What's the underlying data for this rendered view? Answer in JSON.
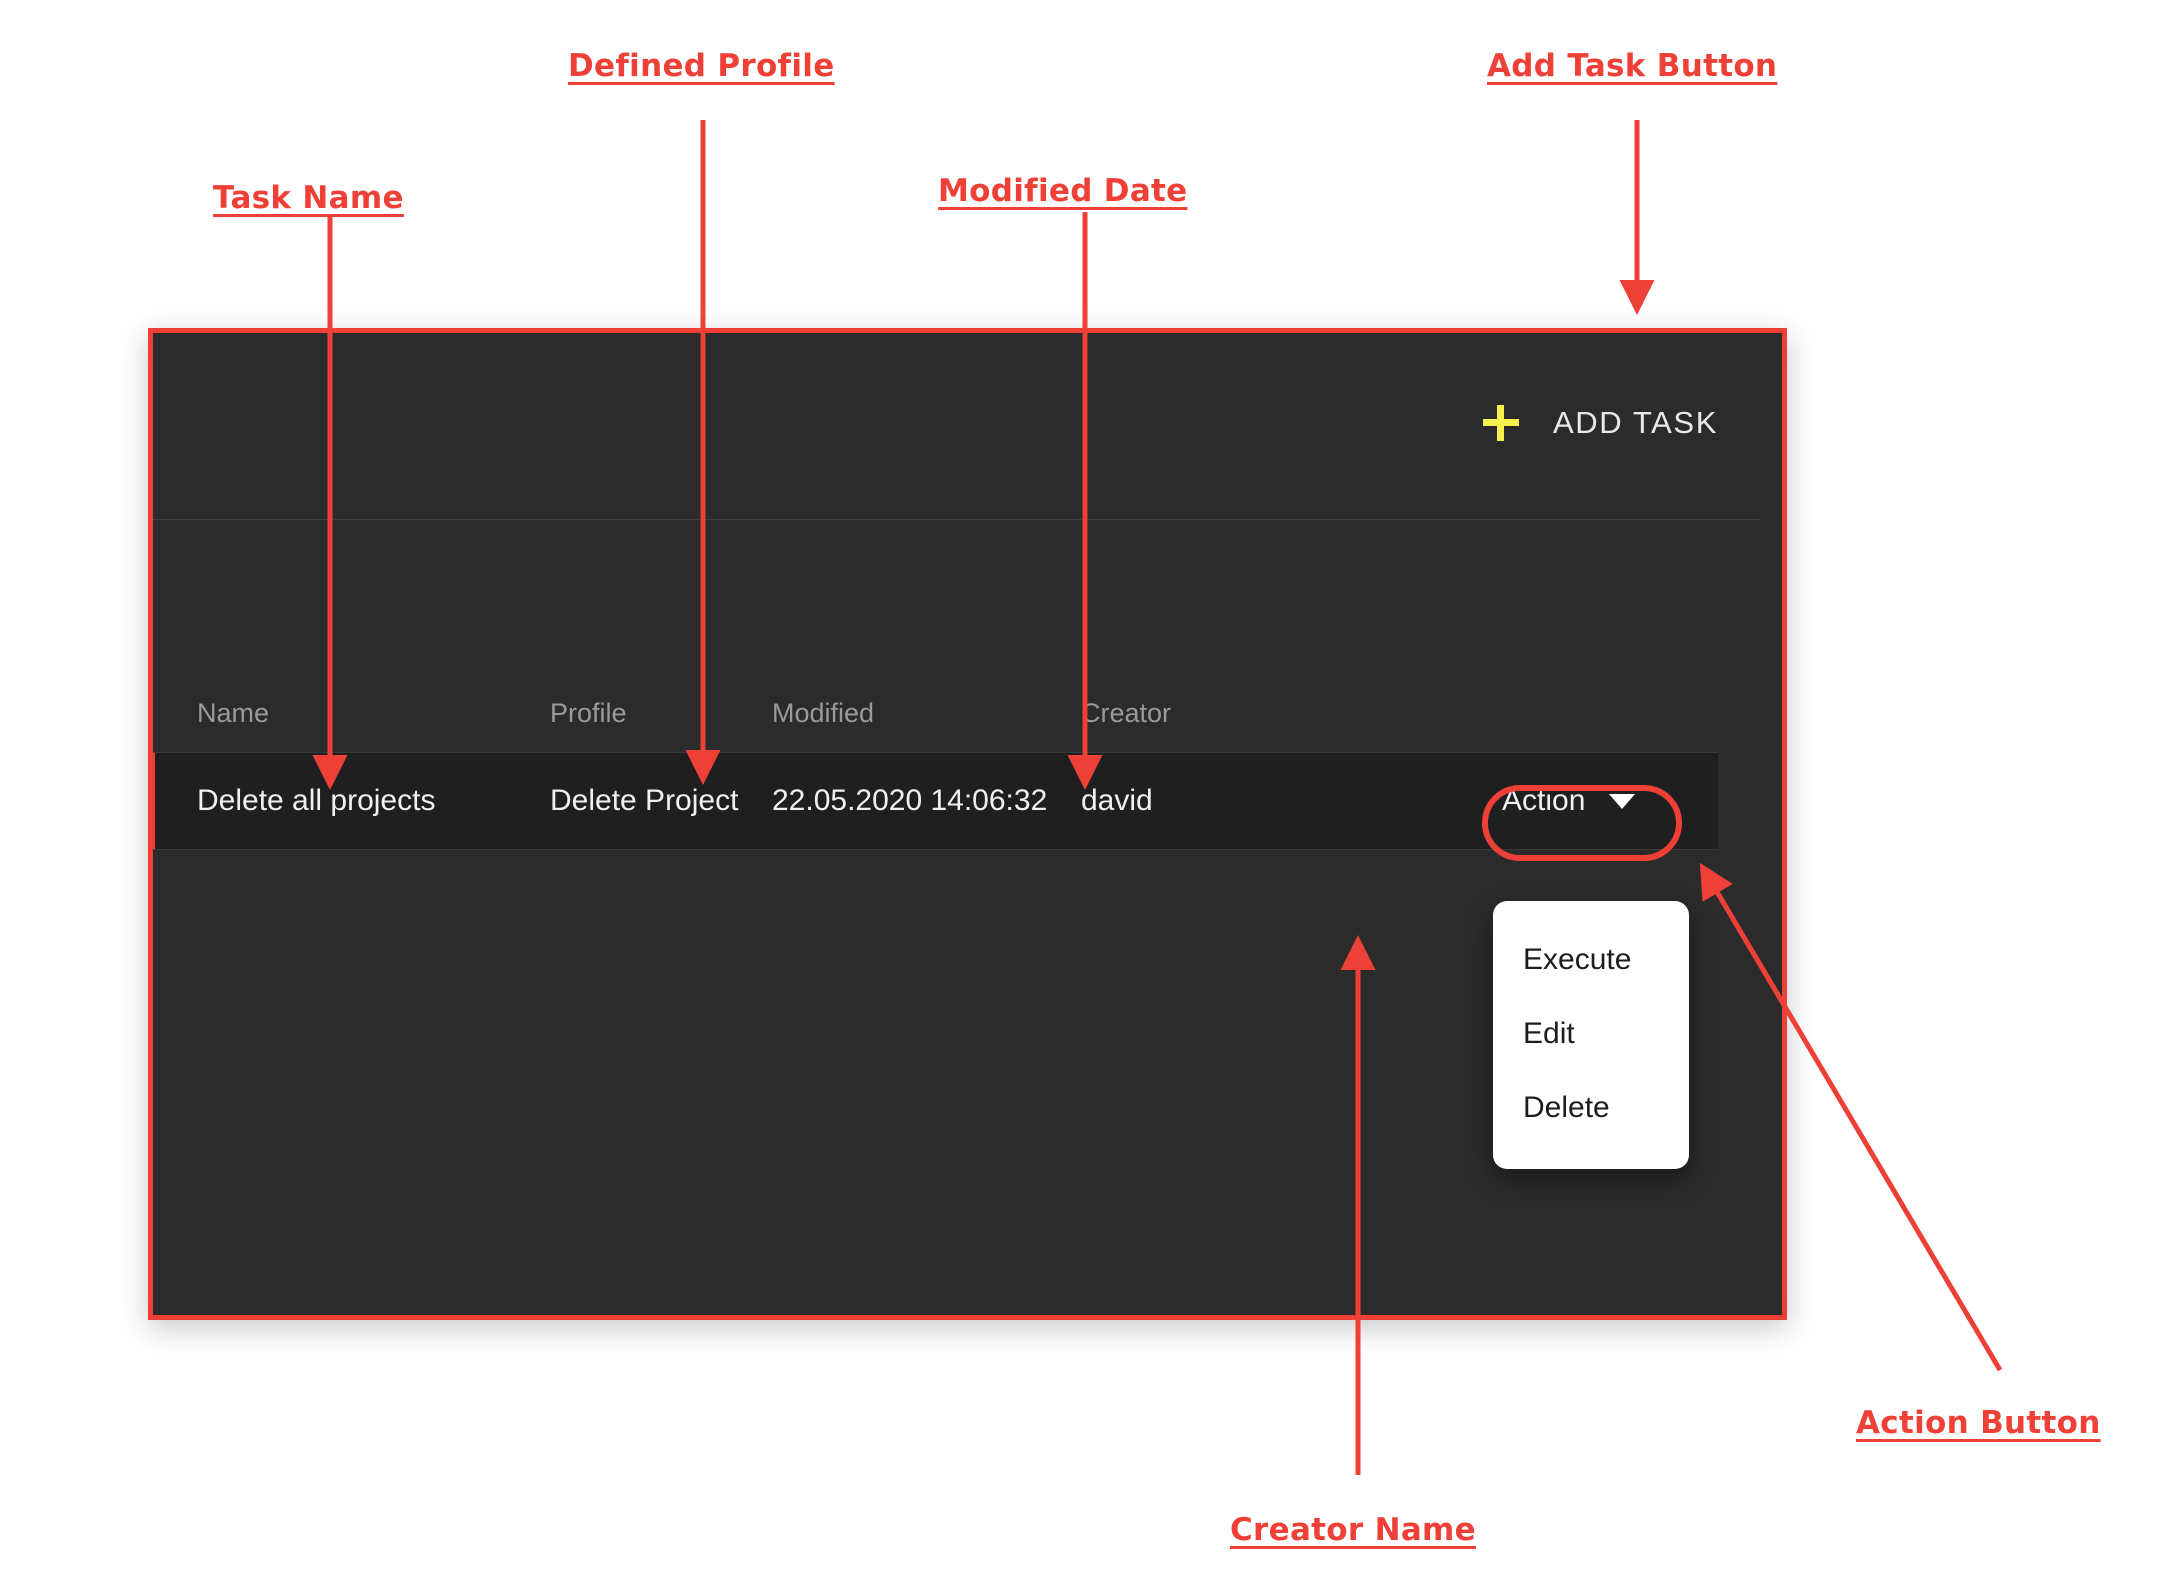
{
  "panel": {
    "toolbar": {
      "add_task_label": "ADD TASK",
      "add_task_icon": "plus-icon",
      "plus_color": "#f5f24e"
    },
    "table": {
      "columns": [
        "Name",
        "Profile",
        "Modified",
        "Creator"
      ],
      "rows": [
        {
          "name": "Delete all projects",
          "profile": "Delete Project",
          "modified": "22.05.2020 14:06:32",
          "creator": "david",
          "action_label": "Action",
          "action_icon": "chevron-down-icon"
        }
      ]
    },
    "action_menu": {
      "items": [
        "Execute",
        "Edit",
        "Delete"
      ]
    },
    "colors": {
      "panel_bg": "#2b2b2b",
      "row_bg": "#1f1f1f",
      "accent_red": "#ee4036",
      "accent_yellow": "#f5f24e"
    }
  },
  "annotations": [
    {
      "id": "task-name",
      "label": "Task Name"
    },
    {
      "id": "defined-profile",
      "label": "Defined Profile"
    },
    {
      "id": "modified-date",
      "label": "Modified Date"
    },
    {
      "id": "add-task-button",
      "label": "Add Task Button"
    },
    {
      "id": "action-button",
      "label": "Action Button"
    },
    {
      "id": "creator-name",
      "label": "Creator Name"
    }
  ]
}
